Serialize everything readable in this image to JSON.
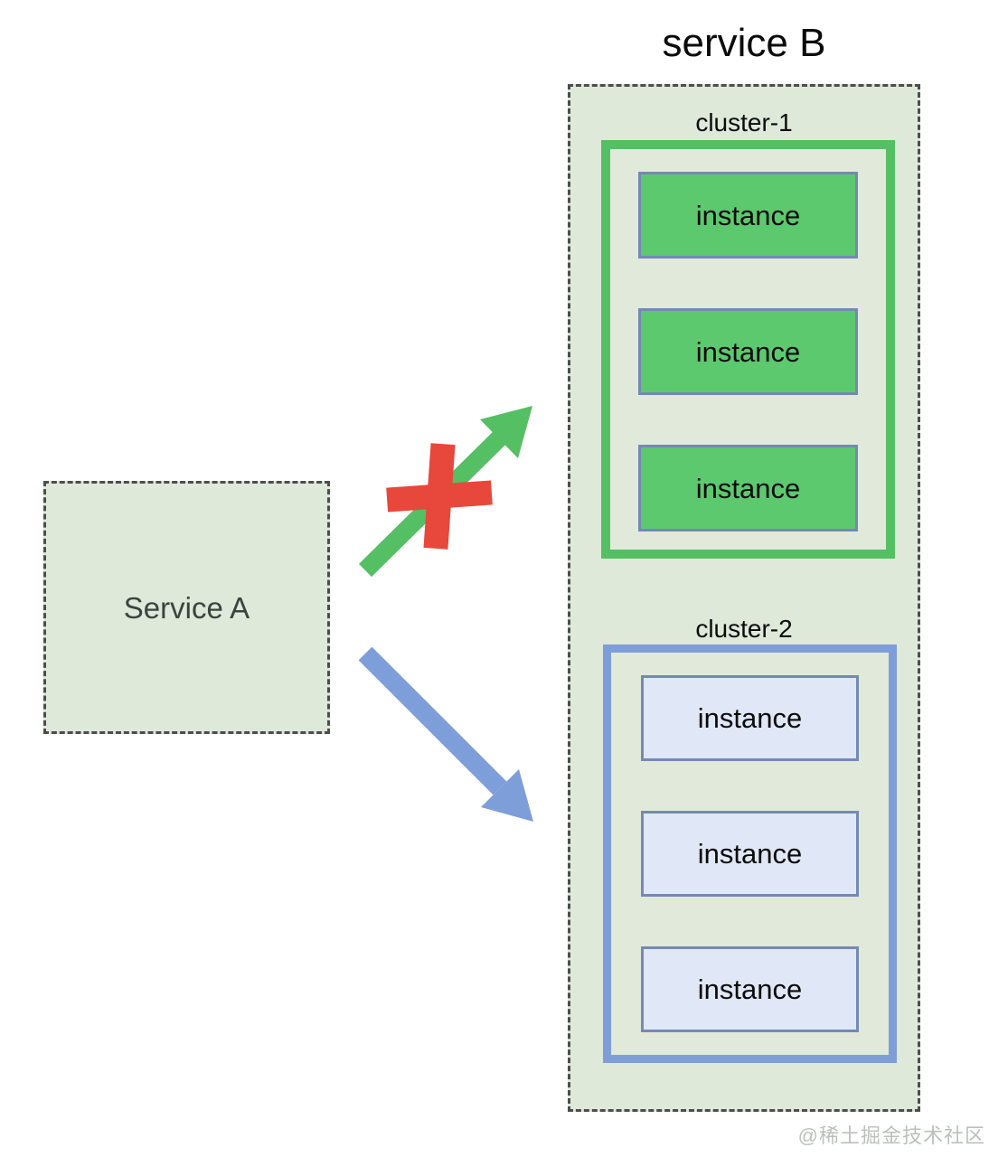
{
  "service_a": {
    "label": "Service A"
  },
  "service_b": {
    "title": "service B",
    "clusters": [
      {
        "name": "cluster-1",
        "accent_color": "#55BF63",
        "instance_fill": "#5CC96E",
        "instances": [
          "instance",
          "instance",
          "instance"
        ]
      },
      {
        "name": "cluster-2",
        "accent_color": "#7E9EDA",
        "instance_fill": "#E0E7F7",
        "instances": [
          "instance",
          "instance",
          "instance"
        ]
      }
    ]
  },
  "arrows": [
    {
      "target": "cluster-1",
      "color": "#55BF63",
      "status": "blocked",
      "blocked_mark_color": "#E8473B"
    },
    {
      "target": "cluster-2",
      "color": "#7E9EDA",
      "status": "allowed"
    }
  ],
  "watermark": "@稀土掘金技术社区",
  "colors": {
    "sage_bg": "#DEE9DA",
    "sage_inner": "#E1EADA",
    "green_accent": "#55BF63",
    "green_fill": "#5CC96E",
    "blue_accent": "#7E9EDA",
    "blue_fill": "#E0E7F7",
    "node_border": "#7489B4",
    "red_cross": "#E8473B",
    "dash_border": "#4D4D4D",
    "dark_text": "#3C433F",
    "watermark": "#BCC0BC"
  }
}
